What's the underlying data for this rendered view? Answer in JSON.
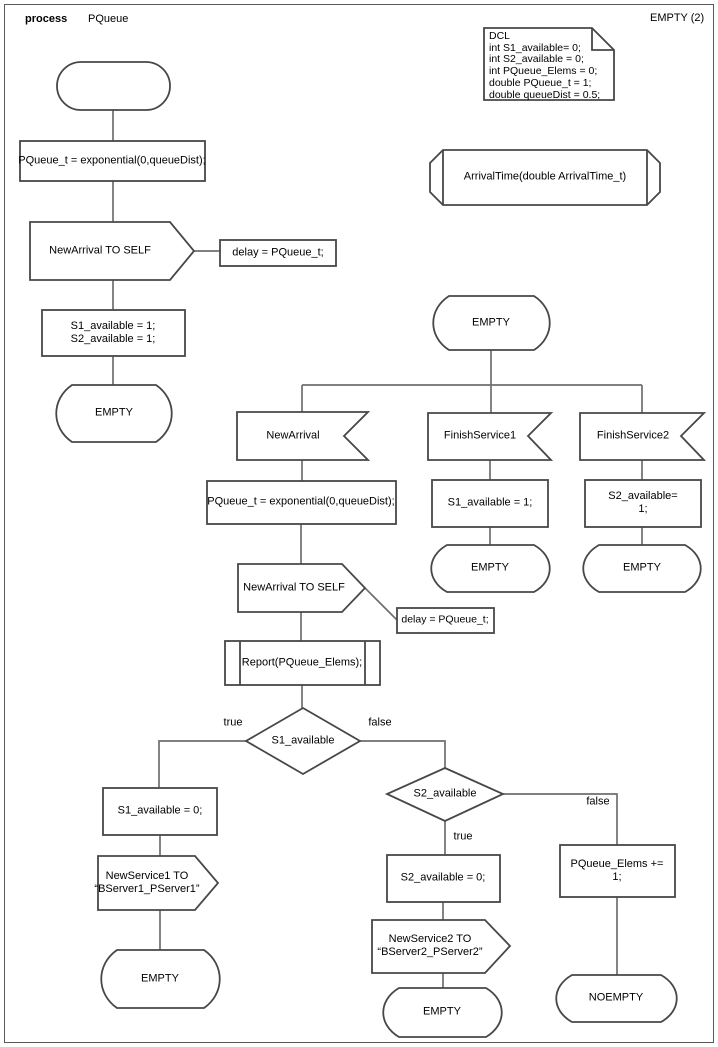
{
  "page": {
    "kind_label": "process",
    "process_name": "PQueue",
    "page_label": "EMPTY (2)"
  },
  "declarations": "DCL\nint S1_available= 0;\nint S2_available = 0;\nint PQueue_Elems = 0;\ndouble PQueue_t = 1;\ndouble queueDist = 0.5;",
  "colors": {
    "shape_stroke": "#474747",
    "connector": "#6f6f6f",
    "background": "#ffffff",
    "text": "#000000"
  },
  "diagram": {
    "procedure_declaration": "ArrivalTime(double ArrivalTime_t)",
    "start_branch": {
      "task_set_time": "PQueue_t = exponential(0,queueDist);",
      "output_self": "NewArrival TO SELF",
      "comment_delay": "delay = PQueue_t;",
      "task_init_servers": "S1_available = 1;\nS2_available = 1;",
      "state_next": "EMPTY"
    },
    "empty_state_branch": {
      "state": "EMPTY",
      "input_new_arrival": "NewArrival",
      "input_finish_service1": "FinishService1",
      "input_finish_service2": "FinishService2",
      "task_set_time": "PQueue_t = exponential(0,queueDist);",
      "output_self": "NewArrival TO SELF",
      "comment_delay": "delay = PQueue_t;",
      "call_report": "Report(PQueue_Elems);",
      "decision_s1": {
        "question": "S1_available",
        "true_label": "true",
        "false_label": "false"
      },
      "s1_true": {
        "task": "S1_available = 0;",
        "output": "NewService1 TO\n“BServer1_PServer1”",
        "state_next": "EMPTY"
      },
      "decision_s2": {
        "question": "S2_available",
        "true_label": "true",
        "false_label": "false"
      },
      "s2_true": {
        "task": "S2_available = 0;",
        "output": "NewService2 TO\n“BServer2_PServer2”",
        "state_next": "EMPTY"
      },
      "s2_false": {
        "task": "PQueue_Elems += 1;",
        "state_next": "NOEMPTY"
      },
      "finish1": {
        "task": "S1_available = 1;",
        "state_next": "EMPTY"
      },
      "finish2": {
        "task": "S2_available= 1;",
        "state_next": "EMPTY"
      }
    }
  }
}
